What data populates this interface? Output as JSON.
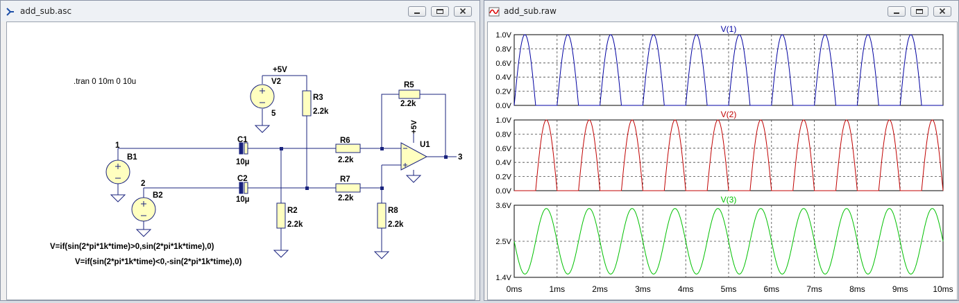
{
  "schematic_window": {
    "title": "add_sub.asc",
    "directive": ".tran 0 10m 0 10u",
    "components": {
      "v2_name": "V2",
      "v2_value": "5",
      "supply_label": "+5V",
      "r3_name": "R3",
      "r3_value": "2.2k",
      "r5_name": "R5",
      "r5_value": "2.2k",
      "r6_name": "R6",
      "r6_value": "2.2k",
      "r7_name": "R7",
      "r7_value": "2.2k",
      "r2_name": "R2",
      "r2_value": "2.2k",
      "r8_name": "R8",
      "r8_value": "2.2k",
      "c1_name": "C1",
      "c1_value": "10µ",
      "c2_name": "C2",
      "c2_value": "10µ",
      "b1_name": "B1",
      "b2_name": "B2",
      "u1_name": "U1",
      "u1_supply": "+5V",
      "node1": "1",
      "node2": "2",
      "node3": "3",
      "b1_expr": "V=if(sin(2*pi*1k*time)>0,sin(2*pi*1k*time),0)",
      "b2_expr": "V=if(sin(2*pi*1k*time)<0,-sin(2*pi*1k*time),0)"
    }
  },
  "waveform_window": {
    "title": "add_sub.raw",
    "x_axis": {
      "labels": [
        "0ms",
        "1ms",
        "2ms",
        "3ms",
        "4ms",
        "5ms",
        "6ms",
        "7ms",
        "8ms",
        "9ms",
        "10ms"
      ],
      "range": [
        0,
        10
      ],
      "unit": "ms"
    },
    "colors": {
      "v1": "#0000a0",
      "v2": "#c00000",
      "v3": "#00c000"
    }
  },
  "chart_data": [
    {
      "type": "line",
      "title": "V(1)",
      "expression": "if(sin(2*pi*1k*t)>0, sin(2*pi*1k*t), 0)",
      "x_range_ms": [
        0,
        10
      ],
      "frequency_hz": 1000,
      "ylim": [
        0,
        1.0
      ],
      "yticks": [
        "1.0V",
        "0.8V",
        "0.6V",
        "0.4V",
        "0.2V",
        "0.0V"
      ],
      "grid": true
    },
    {
      "type": "line",
      "title": "V(2)",
      "expression": "if(sin(2*pi*1k*t)<0, -sin(2*pi*1k*t), 0)",
      "x_range_ms": [
        0,
        10
      ],
      "frequency_hz": 1000,
      "ylim": [
        0,
        1.0
      ],
      "yticks": [
        "1.0V",
        "0.8V",
        "0.6V",
        "0.4V",
        "0.2V",
        "0.0V"
      ],
      "grid": true
    },
    {
      "type": "line",
      "title": "V(3)",
      "expression": "2.5 - 1.0*sin(2*pi*1k*t)",
      "x_range_ms": [
        0,
        10
      ],
      "frequency_hz": 1000,
      "offset_v": 2.5,
      "amplitude_v": 1.0,
      "ylim": [
        1.4,
        3.6
      ],
      "yticks": [
        "3.6V",
        "2.5V",
        "1.4V"
      ],
      "grid": true
    }
  ]
}
